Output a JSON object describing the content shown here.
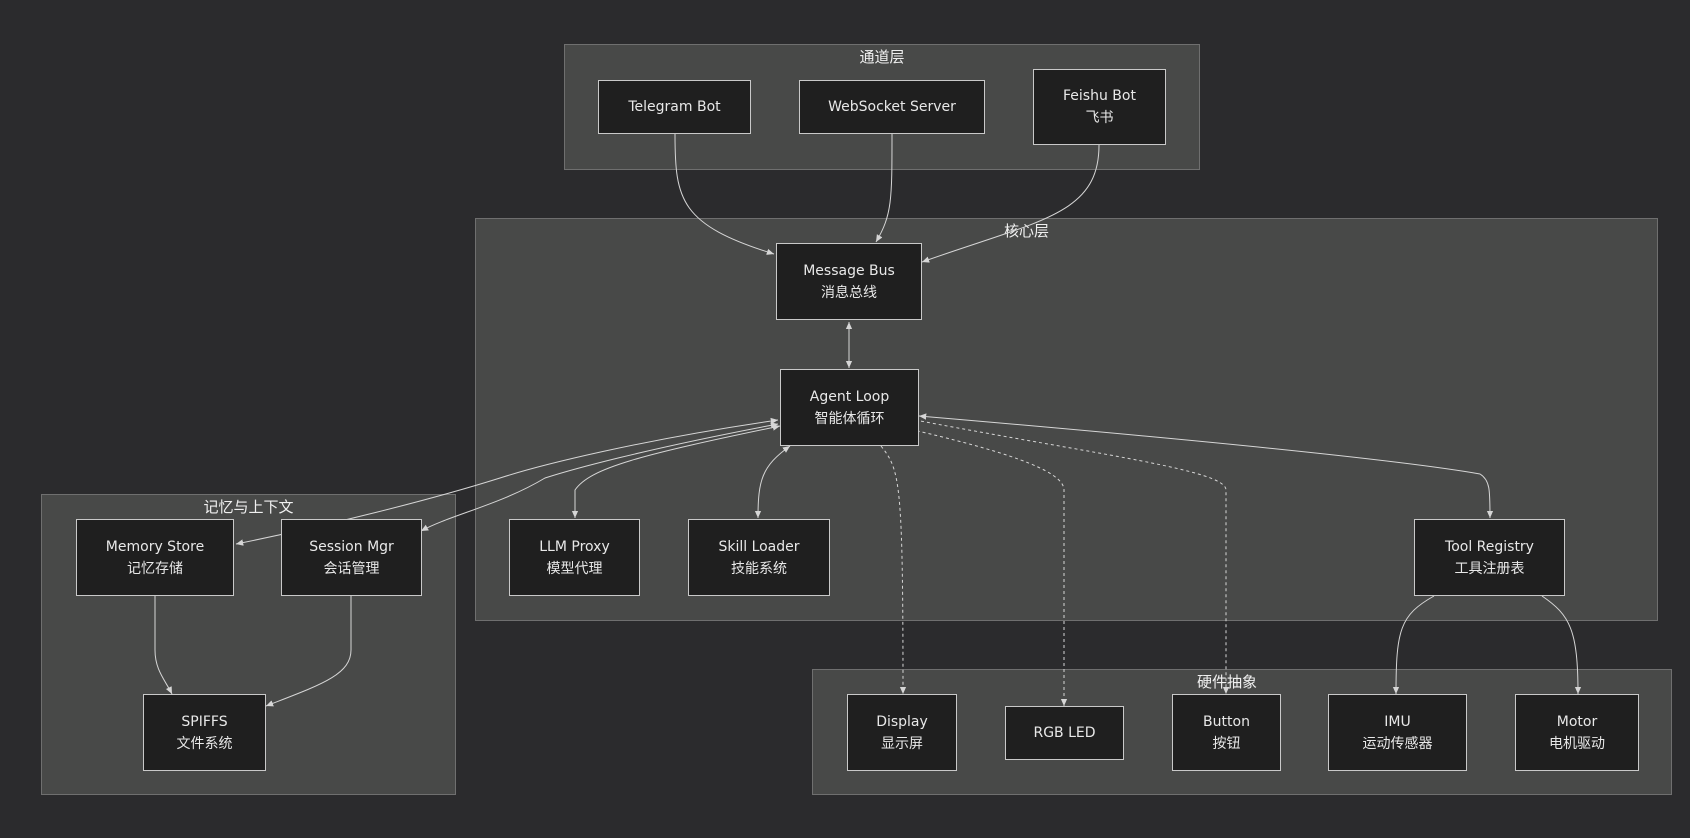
{
  "colors": {
    "background": "#2b2b2d",
    "cluster_fill": "#484948",
    "node_fill": "#1f1f1f",
    "node_border": "#c9c9c9",
    "edge": "#d6d6d6",
    "text": "#e8e8e8"
  },
  "clusters": {
    "channel": {
      "title": "通道层"
    },
    "core": {
      "title": "核心层"
    },
    "memory": {
      "title": "记忆与上下文"
    },
    "hardware": {
      "title": "硬件抽象"
    }
  },
  "nodes": {
    "telegram": {
      "line1": "Telegram Bot",
      "line2": ""
    },
    "websocket": {
      "line1": "WebSocket Server",
      "line2": ""
    },
    "feishu": {
      "line1": "Feishu Bot",
      "line2": "飞书"
    },
    "bus": {
      "line1": "Message Bus",
      "line2": "消息总线"
    },
    "agent": {
      "line1": "Agent Loop",
      "line2": "智能体循环"
    },
    "llm": {
      "line1": "LLM Proxy",
      "line2": "模型代理"
    },
    "skill": {
      "line1": "Skill Loader",
      "line2": "技能系统"
    },
    "tool": {
      "line1": "Tool Registry",
      "line2": "工具注册表"
    },
    "memory": {
      "line1": "Memory Store",
      "line2": "记忆存储"
    },
    "session": {
      "line1": "Session Mgr",
      "line2": "会话管理"
    },
    "spiffs": {
      "line1": "SPIFFS",
      "line2": "文件系统"
    },
    "display": {
      "line1": "Display",
      "line2": "显示屏"
    },
    "rgbled": {
      "line1": "RGB LED",
      "line2": ""
    },
    "button": {
      "line1": "Button",
      "line2": "按钮"
    },
    "imu": {
      "line1": "IMU",
      "line2": "运动传感器"
    },
    "motor": {
      "line1": "Motor",
      "line2": "电机驱动"
    }
  }
}
